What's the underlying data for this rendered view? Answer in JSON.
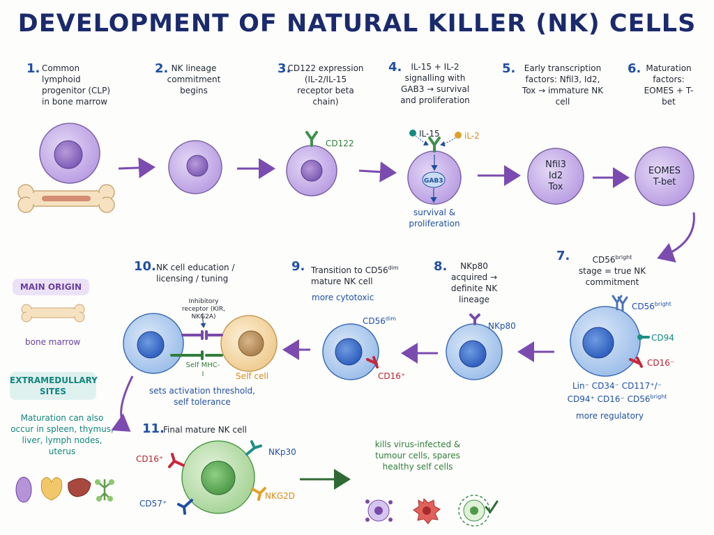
{
  "title": "DEVELOPMENT OF NATURAL KILLER (NK) CELLS",
  "steps": [
    {
      "n": "1.",
      "text": "Common lymphoid progenitor (CLP) in bone marrow"
    },
    {
      "n": "2.",
      "text": "NK lineage commitment begins"
    },
    {
      "n": "3.",
      "text": "CD122 expression (IL-2/IL-15 receptor beta chain)"
    },
    {
      "n": "4.",
      "text": "IL-15 + IL-2 signalling with GAB3 → survival and proliferation"
    },
    {
      "n": "5.",
      "text": "Early transcription factors: Nfil3, Id2, Tox → immature NK cell"
    },
    {
      "n": "6.",
      "text": "Maturation factors: EOMES + T-bet"
    },
    {
      "n": "7.",
      "text": "stage = true NK commitment"
    },
    {
      "n": "8.",
      "text": "NKp80 acquired → definite NK lineage"
    },
    {
      "n": "9.",
      "text": "Transition to CD56"
    },
    {
      "n": "10.",
      "text": "NK cell education / licensing / tuning"
    },
    {
      "n": "11.",
      "text": "Final mature NK cell"
    }
  ],
  "step7_head": "CD56",
  "step9_tail": "mature NK cell",
  "sup_bright": "bright",
  "sup_dim": "dim",
  "labels": {
    "cd122": "CD122",
    "il15": "IL-15",
    "il2": "iL-2",
    "gab3": "GAB3",
    "survival": "survival & proliferation",
    "nfil3": "Nfil3",
    "id2": "Id2",
    "tox": "Tox",
    "eomes": "EOMES",
    "tbet": "T-bet",
    "cd56": "CD56",
    "cd94": "CD94",
    "cd16minus": "CD16⁻",
    "cd16plus": "CD16⁺",
    "phenotype1": "Lin⁻ CD34⁻ CD117⁺/⁻",
    "phenotype2": "CD94⁺ CD16⁻ CD56",
    "more_regulatory": "more regulatory",
    "nkp80": "NKp80",
    "more_cytotoxic": "more cytotoxic",
    "inhibitory": "Inhibitory receptor (KIR, NKG2A)",
    "self_mhc": "Self MHC-I",
    "self_cell": "Self cell",
    "sets_threshold": "sets activation threshold, self tolerance",
    "nkp30": "NKp30",
    "nkg2d": "NKG2D",
    "cd57": "CD57⁺",
    "kills": "kills virus-infected & tumour cells, spares healthy self cells"
  },
  "sidebar": {
    "main_origin": "MAIN ORIGIN",
    "bone_marrow": "bone marrow",
    "extramedullary": "EXTRAMEDULLARY SITES",
    "maturation_note": "Maturation can also occur in spleen, thymus, liver, lymph nodes, uterus"
  },
  "colors": {
    "title": "#1a2a6c",
    "arrow": "#7b4bb0",
    "purple_cell": "#cdb8ea",
    "blue_cell": "#bcd4f2",
    "green_cell": "#cfe8c4",
    "self_cell": "#f7e2bc"
  }
}
